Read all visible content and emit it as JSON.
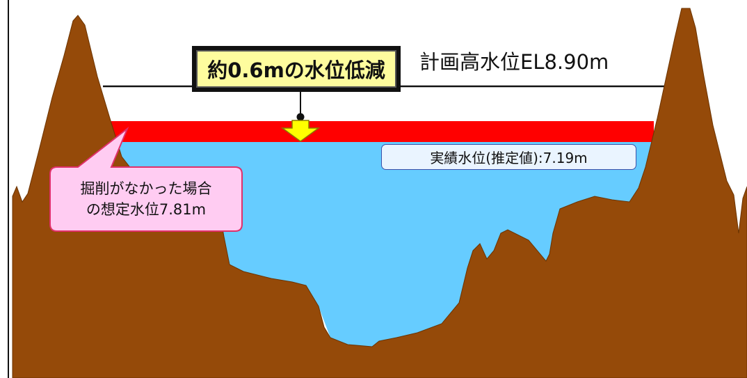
{
  "labels": {
    "plan_water_level": "計画高水位EL8.90m",
    "reduction": "約0.6mの水位低減",
    "actual_level": "実績水位(推定値):7.19m",
    "no_excavation_line1": "掘削がなかった場合",
    "no_excavation_line2": "の想定水位7.81m"
  },
  "colors": {
    "terrain": "#954a09",
    "actual_water": "#66ccff",
    "estimated_extra_water": "#ff0000",
    "arrow": "#ffff00",
    "callout_fill": "#ffccf2",
    "callout_border": "#e0306a"
  }
}
